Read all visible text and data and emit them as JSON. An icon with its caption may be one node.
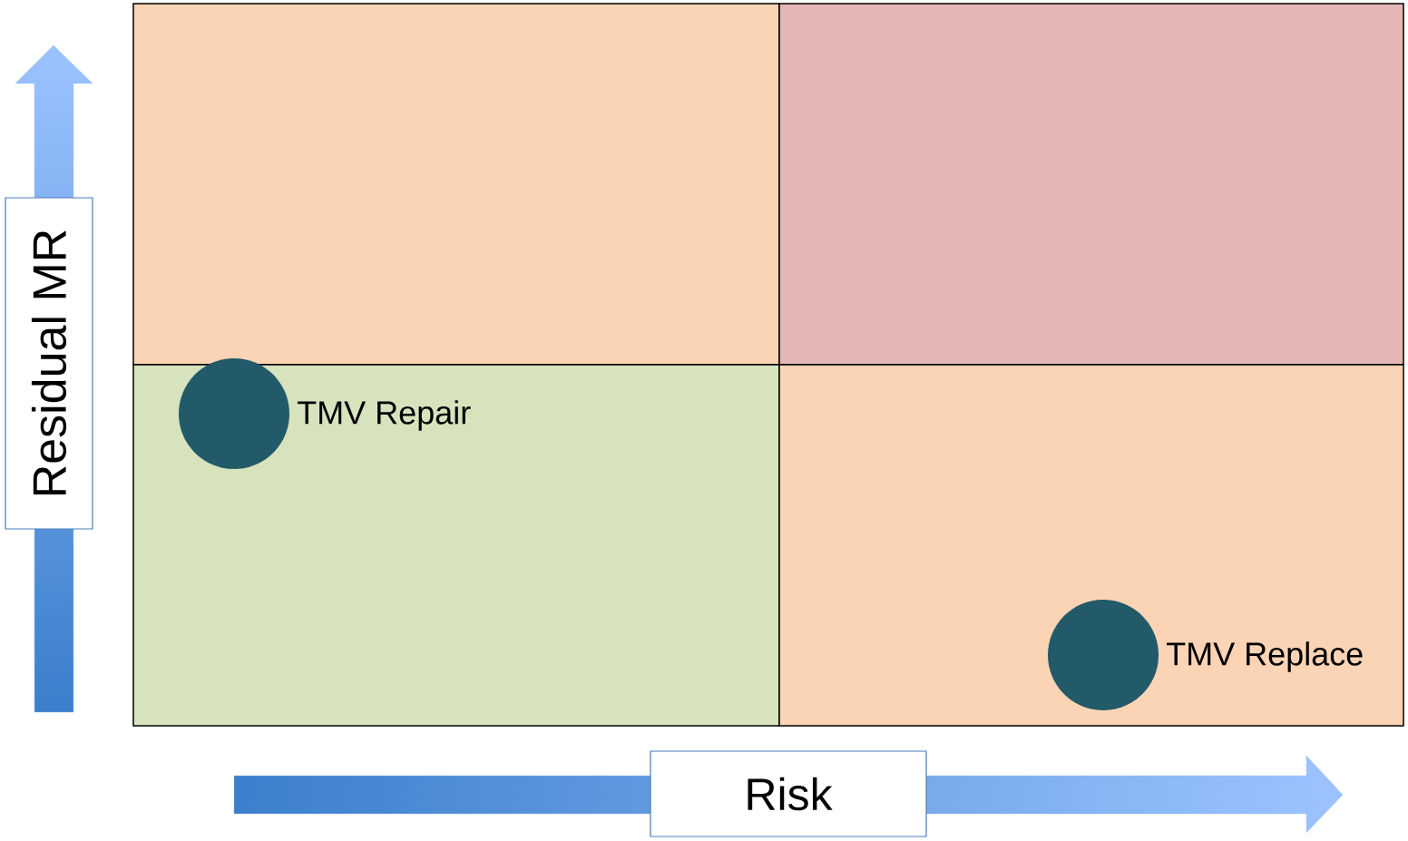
{
  "diagram": {
    "nodes": [
      {
        "text": [],
        "shape": "box"
      },
      {
        "text": [],
        "shape": "box"
      },
      {
        "text": [],
        "shape": "box"
      },
      {
        "text": [],
        "shape": "box"
      },
      {
        "text": [],
        "shape": "circle",
        "in": 2,
        "beside": [
          "TMV Repair"
        ]
      },
      {
        "text": [],
        "shape": "circle",
        "in": 3,
        "beside": [
          "TMV Replace"
        ]
      },
      {
        "text": [
          "Residual MR"
        ]
      },
      {
        "text": [
          "Risk"
        ]
      }
    ]
  }
}
